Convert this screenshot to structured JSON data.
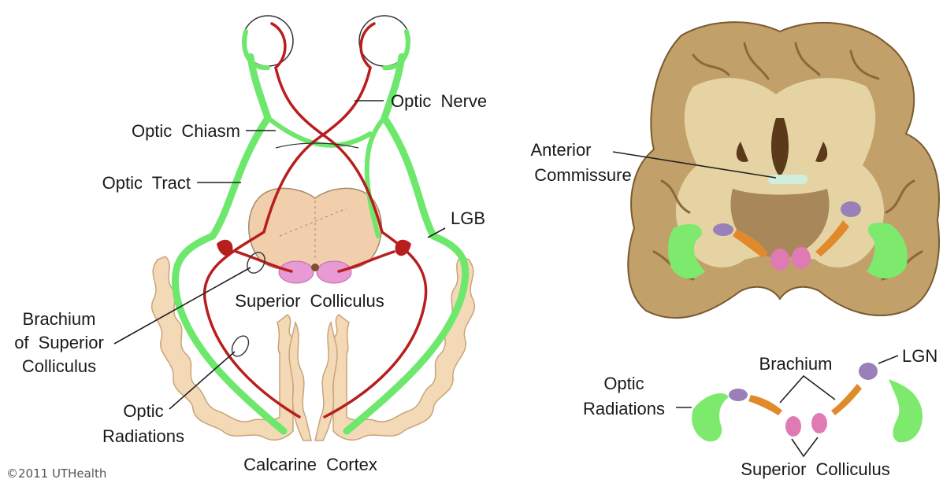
{
  "colors": {
    "optic_pathway_green": "#6de86d",
    "crossing_fibers_red": "#b81e1e",
    "midbrain": "#f1cfad",
    "superior_colliculus": "#e79ad3",
    "lgn_purple": "#9a80b8",
    "brachium_orange": "#e08a2c",
    "cortex_tan": "#f3d9b6",
    "brain_section": "#bfa06a",
    "anterior_commissure": "#cfeede"
  },
  "left_diagram": {
    "labels": {
      "optic_nerve": "Optic  Nerve",
      "optic_chiasm": "Optic  Chiasm",
      "optic_tract": "Optic  Tract",
      "lgb": "LGB",
      "superior_colliculus": "Superior  Colliculus",
      "brachium_line1": "Brachium",
      "brachium_line2": "of  Superior",
      "brachium_line3": "Colliculus",
      "optic_radiations_line1": "Optic",
      "optic_radiations_line2": "Radiations",
      "calcarine_cortex": "Calcarine  Cortex"
    },
    "copyright": "©2011 UTHealth"
  },
  "right_section": {
    "labels": {
      "anterior_line1": "Anterior",
      "anterior_line2": "Commissure"
    }
  },
  "right_schematic": {
    "labels": {
      "brachium": "Brachium",
      "lgn": "LGN",
      "optic_line1": "Optic",
      "optic_line2": "Radiations",
      "superior_colliculus": "Superior  Colliculus"
    }
  }
}
